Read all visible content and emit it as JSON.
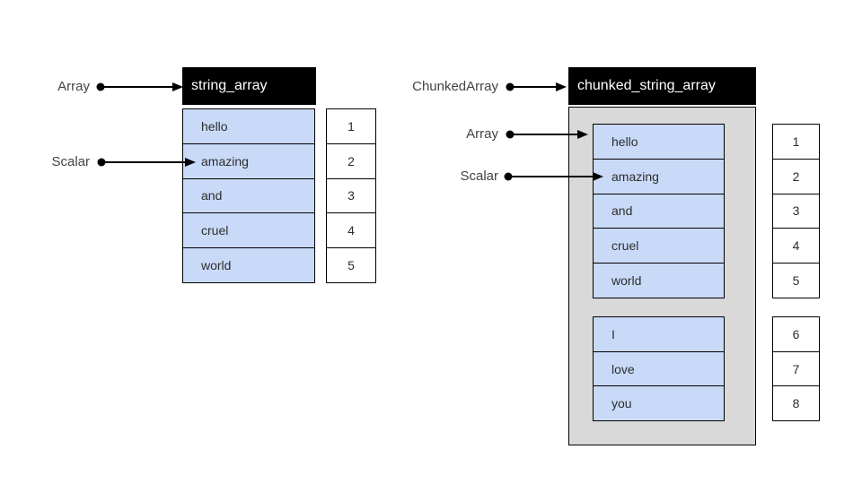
{
  "left_panel": {
    "pointers": {
      "array": "Array",
      "scalar": "Scalar"
    },
    "header": "string_array",
    "cells": [
      "hello",
      "amazing",
      "and",
      "cruel",
      "world"
    ],
    "indices": [
      "1",
      "2",
      "3",
      "4",
      "5"
    ]
  },
  "right_panel": {
    "pointers": {
      "chunked_array": "ChunkedArray",
      "array": "Array",
      "scalar": "Scalar"
    },
    "header": "chunked_string_array",
    "chunks": [
      {
        "cells": [
          "hello",
          "amazing",
          "and",
          "cruel",
          "world"
        ],
        "indices": [
          "1",
          "2",
          "3",
          "4",
          "5"
        ]
      },
      {
        "cells": [
          "I",
          "love",
          "you"
        ],
        "indices": [
          "6",
          "7",
          "8"
        ]
      }
    ]
  },
  "colors": {
    "cell_fill": "#c9daf8",
    "chunk_container_fill": "#d9d9d9",
    "header_bg": "#000000",
    "header_text": "#ffffff",
    "label_text": "#434343",
    "border": "#000000",
    "background": "#ffffff"
  }
}
